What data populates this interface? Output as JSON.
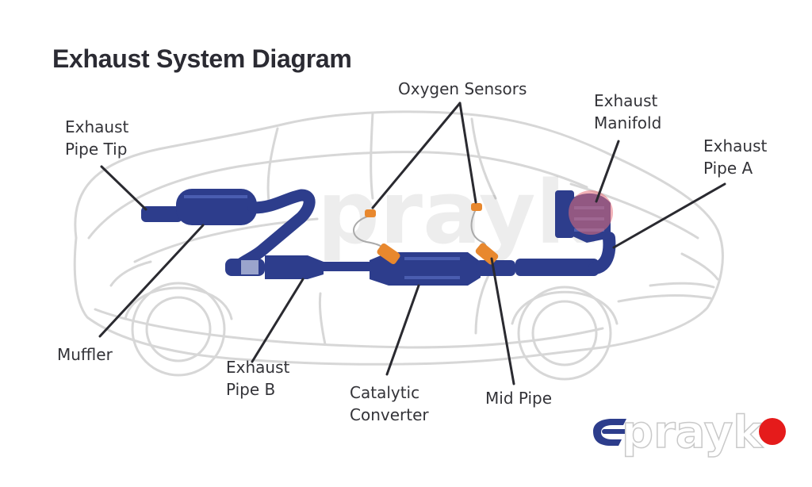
{
  "title": "Exhaust System Diagram",
  "labels": {
    "exhaust_pipe_tip": [
      "Exhaust",
      "Pipe Tip"
    ],
    "oxygen_sensors": [
      "Oxygen Sensors"
    ],
    "exhaust_manifold": [
      "Exhaust",
      "Manifold"
    ],
    "exhaust_pipe_a": [
      "Exhaust",
      "Pipe A"
    ],
    "muffler": [
      "Muffler"
    ],
    "exhaust_pipe_b": [
      "Exhaust",
      "Pipe B"
    ],
    "catalytic_converter": [
      "Catalytic",
      "Converter"
    ],
    "mid_pipe": [
      "Mid Pipe"
    ]
  },
  "watermark": "prayk",
  "brand_text": "prayk",
  "colors": {
    "pipe": "#2d3d8c",
    "pipe_light": "#4a5db0",
    "sensor": "#e8882e",
    "car_outline": "#d5d5d5",
    "leader": "#2a2a30",
    "manifold_highlight": "#e5707a",
    "brand_dot": "#e51b1b"
  }
}
